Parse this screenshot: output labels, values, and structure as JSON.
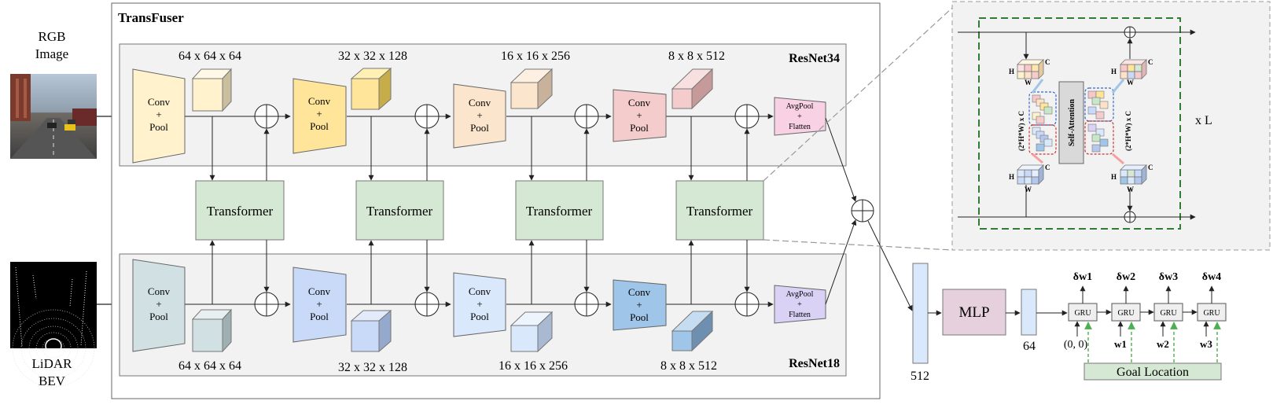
{
  "inputs": {
    "rgb_label_1": "RGB",
    "rgb_label_2": "Image",
    "lidar_label_1": "LiDAR",
    "lidar_label_2": "BEV"
  },
  "transfuser": {
    "title": "TransFuser",
    "resnet_top": "ResNet34",
    "resnet_bottom": "ResNet18",
    "conv_line_1": "Conv",
    "conv_line_2": "+",
    "conv_line_3": "Pool",
    "avg_line_1": "AvgPool",
    "avg_line_2": "+",
    "avg_line_3": "Flatten",
    "transformer_label": "Transformer",
    "dims_top": [
      "64 x 64 x 64",
      "32 x 32 x 128",
      "16 x 16 x 256",
      "8 x 8 x 512"
    ],
    "dims_bottom": [
      "64 x 64 x 64",
      "32 x 32 x 128",
      "16 x 16 x 256",
      "8 x 8 x 512"
    ]
  },
  "detail": {
    "self_attention": "Self-Attention",
    "repeat": "x L",
    "axis_h": "H",
    "axis_w": "W",
    "axis_c": "C",
    "token_dim_left": "(2*H*W) x C",
    "token_dim_right": "(2*H*W) x C"
  },
  "decoder": {
    "dim_512": "512",
    "mlp": "MLP",
    "dim_64": "64",
    "gru": "GRU",
    "outputs": [
      "δw1",
      "δw2",
      "δw3",
      "δw4"
    ],
    "inputs": [
      "(0, 0)",
      "w1",
      "w2",
      "w3"
    ],
    "goal": "Goal Location"
  },
  "colors": {
    "panel_bg": "#f2f2f2",
    "transformer_fill": "#d5e8d4",
    "mlp_fill": "#e6d0de",
    "feature_vec_fill": "#dae8fc",
    "goal_fill": "#d5e8d4",
    "goal_arrow": "#4caf50",
    "detail_border": "#2e7d32"
  }
}
